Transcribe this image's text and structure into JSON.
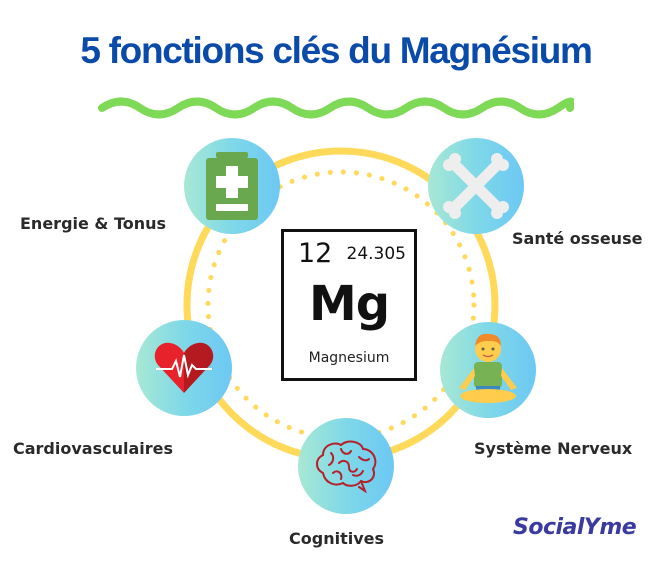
{
  "title": "5 fonctions clés du Magnésium",
  "colors": {
    "title": "#0a4aa8",
    "wave": "#7ed957",
    "ring": "#ffd95a",
    "icon_bg_start": "#a8e8d4",
    "icon_bg_end": "#6cc8f4",
    "brand": "#3a3aa0"
  },
  "element": {
    "atomic_number": "12",
    "atomic_mass": "24.305",
    "symbol": "Mg",
    "name": "Magnesium"
  },
  "functions": [
    {
      "label": "Energie & Tonus",
      "icon": "battery-plus-icon"
    },
    {
      "label": "Santé osseuse",
      "icon": "crossed-bones-icon"
    },
    {
      "label": "Cardiovasculaires",
      "icon": "heart-pulse-icon"
    },
    {
      "label": "Système Nerveux",
      "icon": "meditating-person-icon"
    },
    {
      "label": "Cognitives",
      "icon": "brain-icon"
    }
  ],
  "brand": "SocialYme"
}
